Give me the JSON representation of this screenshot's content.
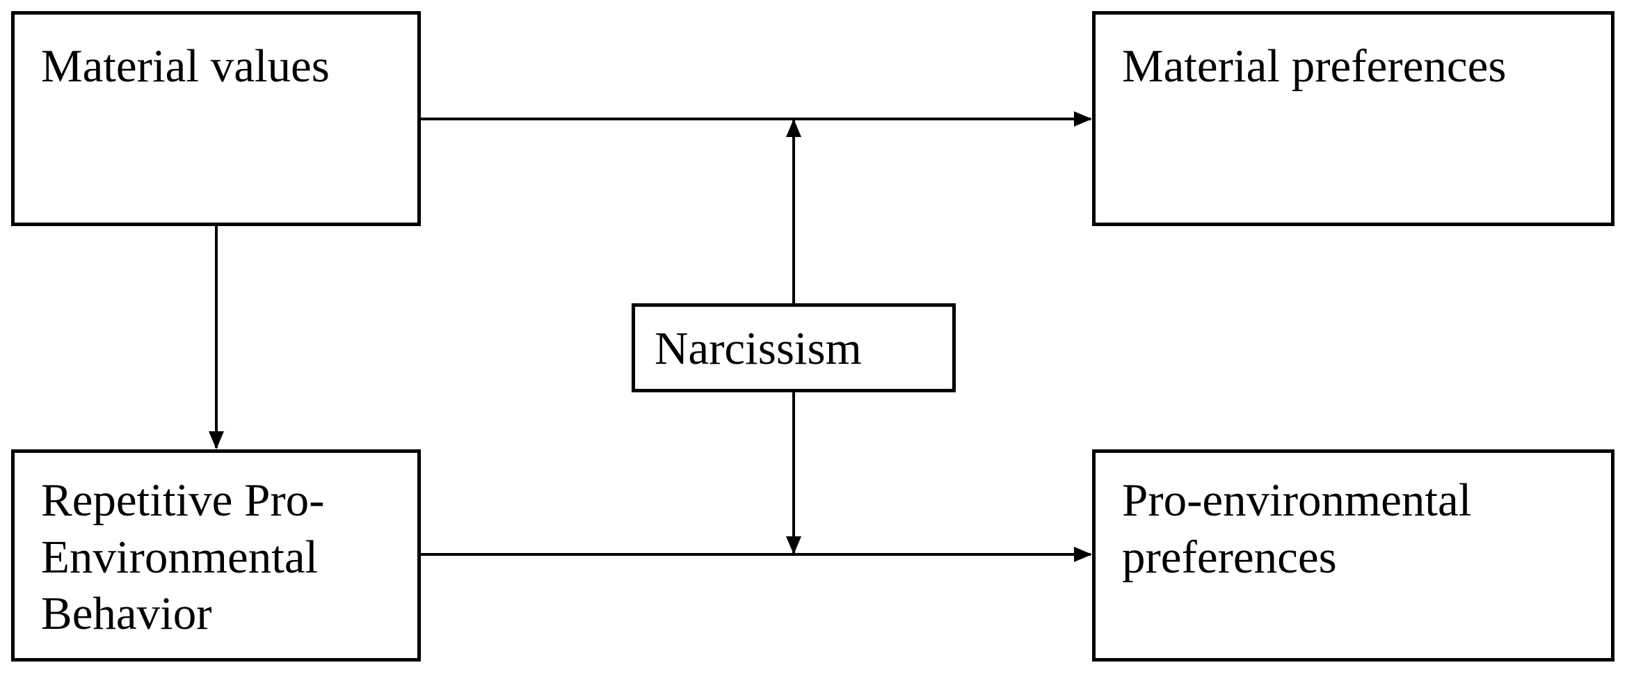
{
  "diagram": {
    "nodes": {
      "material_values": "Material values",
      "material_preferences": "Material preferences",
      "repetitive_behavior": "Repetitive Pro-\nEnvironmental\nBehavior",
      "pro_environmental_preferences": "Pro-environmental\npreferences",
      "narcissism": "Narcissism"
    },
    "edges": [
      {
        "from": "Material values",
        "to": "Material preferences"
      },
      {
        "from": "Material values",
        "to": "Repetitive Pro-Environmental Behavior"
      },
      {
        "from": "Repetitive Pro-Environmental Behavior",
        "to": "Pro-environmental preferences"
      },
      {
        "from": "Narcissism",
        "to": "Material values → Material preferences"
      },
      {
        "from": "Narcissism",
        "to": "Repetitive Pro-Environmental Behavior → Pro-environmental preferences"
      }
    ]
  }
}
